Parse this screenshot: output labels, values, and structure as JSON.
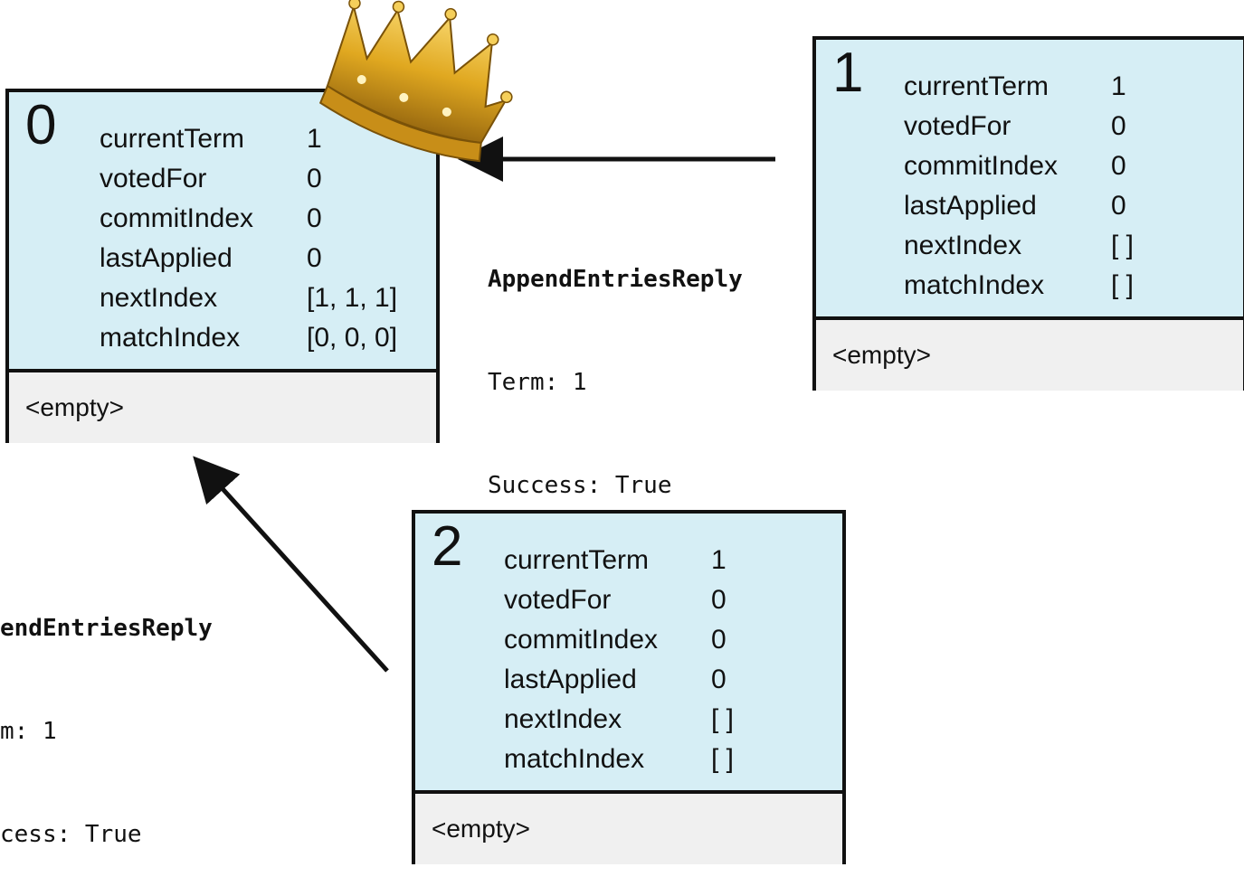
{
  "nodes": [
    {
      "id": "0",
      "rows": [
        {
          "key": "currentTerm",
          "value": "1"
        },
        {
          "key": "votedFor",
          "value": "0"
        },
        {
          "key": "commitIndex",
          "value": "0"
        },
        {
          "key": "lastApplied",
          "value": "0"
        },
        {
          "key": "nextIndex",
          "value": "[1, 1, 1]"
        },
        {
          "key": "matchIndex",
          "value": "[0, 0, 0]"
        }
      ],
      "log": "<empty>"
    },
    {
      "id": "1",
      "rows": [
        {
          "key": "currentTerm",
          "value": "1"
        },
        {
          "key": "votedFor",
          "value": "0"
        },
        {
          "key": "commitIndex",
          "value": "0"
        },
        {
          "key": "lastApplied",
          "value": "0"
        },
        {
          "key": "nextIndex",
          "value": "[ ]"
        },
        {
          "key": "matchIndex",
          "value": "[ ]"
        }
      ],
      "log": "<empty>"
    },
    {
      "id": "2",
      "rows": [
        {
          "key": "currentTerm",
          "value": "1"
        },
        {
          "key": "votedFor",
          "value": "0"
        },
        {
          "key": "commitIndex",
          "value": "0"
        },
        {
          "key": "lastApplied",
          "value": "0"
        },
        {
          "key": "nextIndex",
          "value": "[ ]"
        },
        {
          "key": "matchIndex",
          "value": "[ ]"
        }
      ],
      "log": "<empty>"
    }
  ],
  "messages": [
    {
      "title": "AppendEntriesReply",
      "term": "Term: 1",
      "success": "Success: True"
    },
    {
      "title": "endEntriesReply",
      "term": "m: 1",
      "success": "cess: True"
    }
  ],
  "leader_marker": "crown-icon",
  "colors": {
    "state_bg": "#d6eef5",
    "log_bg": "#f0f0f0",
    "border": "#111111",
    "crown_gold": "#e0a820"
  }
}
